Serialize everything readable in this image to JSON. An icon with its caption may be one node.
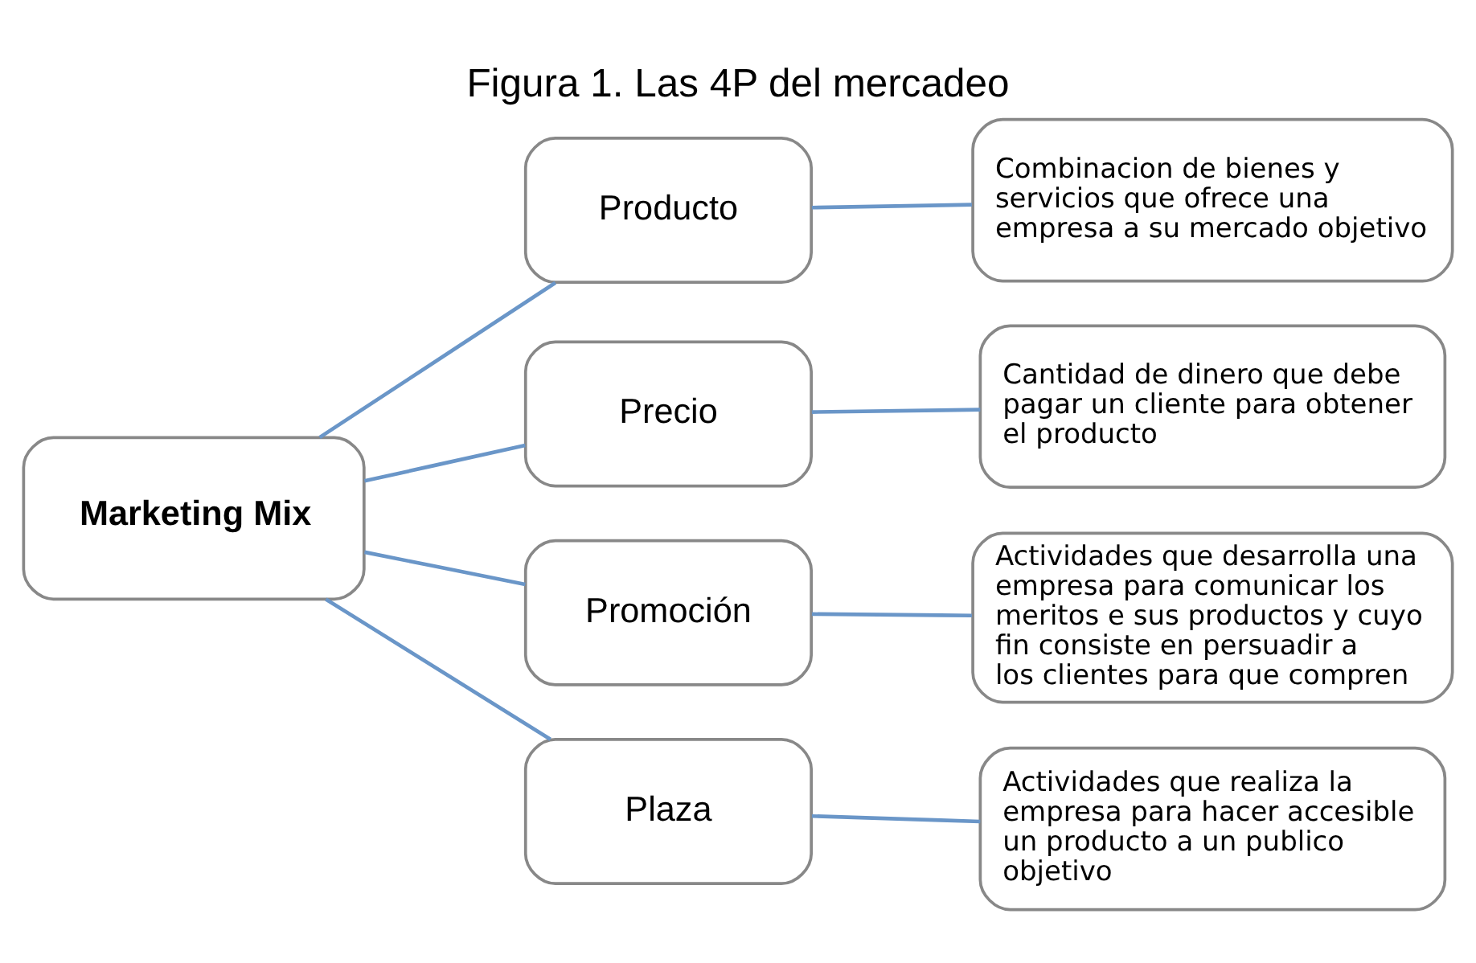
{
  "diagram": {
    "title": "Figura 1. Las 4P del mercadeo",
    "nodes": [
      {
        "text": [
          "Marketing Mix"
        ]
      },
      {
        "text": [
          "Producto"
        ]
      },
      {
        "text": [
          "Precio"
        ]
      },
      {
        "text": [
          "Promoción"
        ]
      },
      {
        "text": [
          "Plaza"
        ]
      },
      {
        "text": [
          "Combinacion de bienes y servicios que ofrece una empresa a su mercado objetivo"
        ]
      },
      {
        "text": [
          "Cantidad de dinero que debe pagar un cliente para obtener el producto"
        ]
      },
      {
        "text": [
          "Actividades que desarrolla una empresa para comunicar los meritos e sus productos y cuyo fin consiste en persuadir a los clientes para que compren"
        ]
      },
      {
        "text": [
          "Actividades que realiza la empresa para hacer accesible un producto a un publico objetivo"
        ]
      }
    ],
    "edges": [
      {
        "from": 0,
        "to": 1,
        "arrow": "none"
      },
      {
        "from": 0,
        "to": 2,
        "arrow": "none"
      },
      {
        "from": 0,
        "to": 3,
        "arrow": "none"
      },
      {
        "from": 0,
        "to": 4,
        "arrow": "none"
      },
      {
        "from": 1,
        "to": 5,
        "arrow": "none"
      },
      {
        "from": 2,
        "to": 6,
        "arrow": "none"
      },
      {
        "from": 3,
        "to": 7,
        "arrow": "none"
      },
      {
        "from": 4,
        "to": 8,
        "arrow": "none"
      }
    ]
  }
}
